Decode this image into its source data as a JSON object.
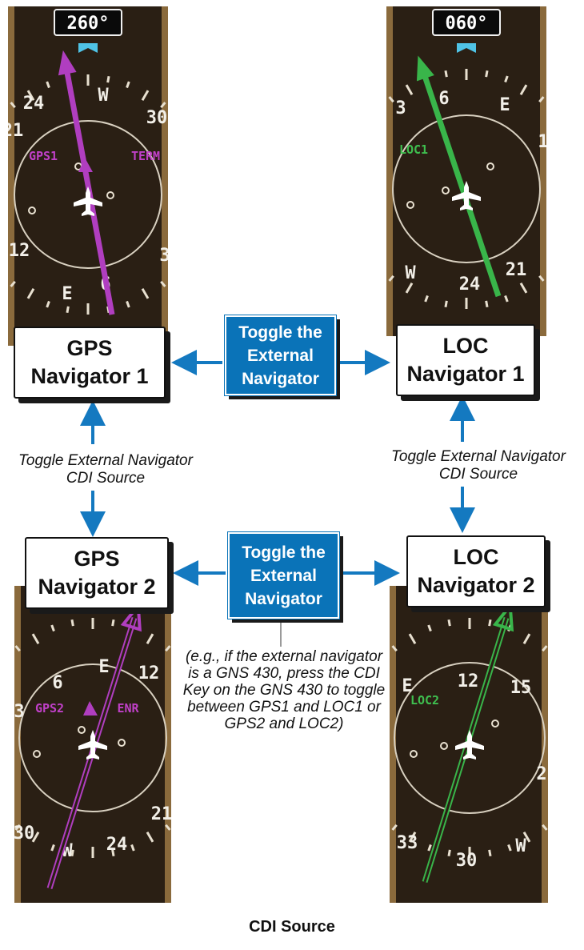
{
  "panels": [
    {
      "id": "gps1",
      "heading": "260°",
      "source_label": "GPS1",
      "mode_label": "TERM",
      "needle_color": "#b03ec0",
      "label_color": "#c040c8",
      "compass_labels": [
        "24",
        "W",
        "30",
        "21",
        "12",
        "E",
        "6",
        "3"
      ]
    },
    {
      "id": "loc1",
      "heading": "060°",
      "source_label": "LOC1",
      "mode_label": "",
      "needle_color": "#39b54a",
      "label_color": "#3fbf4f",
      "compass_labels": [
        "3",
        "6",
        "E",
        "1",
        "W",
        "24",
        "21"
      ]
    },
    {
      "id": "gps2",
      "heading": "",
      "source_label": "GPS2",
      "mode_label": "ENR",
      "needle_color": "#b03ec0",
      "label_color": "#c040c8",
      "compass_labels": [
        "6",
        "E",
        "12",
        "3",
        "21",
        "30",
        "W",
        "24"
      ]
    },
    {
      "id": "loc2",
      "heading": "",
      "source_label": "LOC2",
      "mode_label": "",
      "needle_color": "#39b54a",
      "label_color": "#3fbf4f",
      "compass_labels": [
        "E",
        "12",
        "15",
        "2",
        "33",
        "30",
        "W"
      ]
    }
  ],
  "nodes": {
    "gps1": "GPS\nNavigator 1",
    "loc1": "LOC\nNavigator 1",
    "gps2": "GPS\nNavigator 2",
    "loc2": "LOC\nNavigator 2"
  },
  "toggles": {
    "top": "Toggle the\nExternal\nNavigator",
    "bottom": "Toggle the\nExternal\nNavigator"
  },
  "side_labels": {
    "left": "Toggle External Navigator\nCDI Source",
    "right": "Toggle External Navigator\nCDI Source"
  },
  "note": "(e.g., if the external navigator\nis a GNS 430, press the CDI\nKey on the GNS 430 to toggle\nbetween GPS1 and LOC1 or\nGPS2 and LOC2)",
  "footer": "CDI Source",
  "colors": {
    "bezel": "#8a6a3c",
    "face": "#2a1f14",
    "arrow_blue": "#1479c0",
    "box_blue": "#0a73b8"
  }
}
